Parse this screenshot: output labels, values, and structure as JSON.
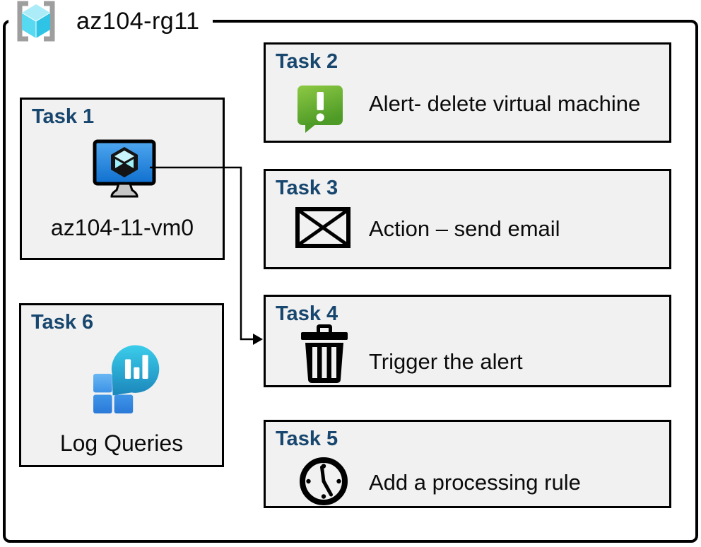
{
  "header": {
    "title": "az104-rg11"
  },
  "tasks": [
    {
      "title": "Task 1",
      "label": "az104-11-vm0"
    },
    {
      "title": "Task 2",
      "label": "Alert- delete virtual machine"
    },
    {
      "title": "Task 3",
      "label": "Action – send email"
    },
    {
      "title": "Task 4",
      "label": "Trigger the alert"
    },
    {
      "title": "Task 5",
      "label": "Add a processing rule"
    },
    {
      "title": "Task 6",
      "label": "Log Queries"
    }
  ],
  "icons": {
    "header": "resource-group-icon",
    "task1": "virtual-machine-icon",
    "task2": "alert-icon",
    "task3": "email-icon",
    "task4": "trash-icon",
    "task5": "clock-icon",
    "task6": "log-queries-icon"
  },
  "connector": {
    "from": "Task 1",
    "to": "Task 4"
  },
  "colors": {
    "task_title_blue": "#17466e",
    "box_background": "#f1f1f1",
    "box_border": "#000000",
    "vm_screen_blue": "#1d7ad2",
    "vm_cube_cyan": "#c9f6fc",
    "alert_green": "#5fae2e",
    "log_bubble_cyan": "#28b6dd",
    "log_square_blue": "#3b91e5",
    "rg_cube_cyan": "#58d9f2",
    "rg_bracket_gray": "#9e9e9e"
  }
}
